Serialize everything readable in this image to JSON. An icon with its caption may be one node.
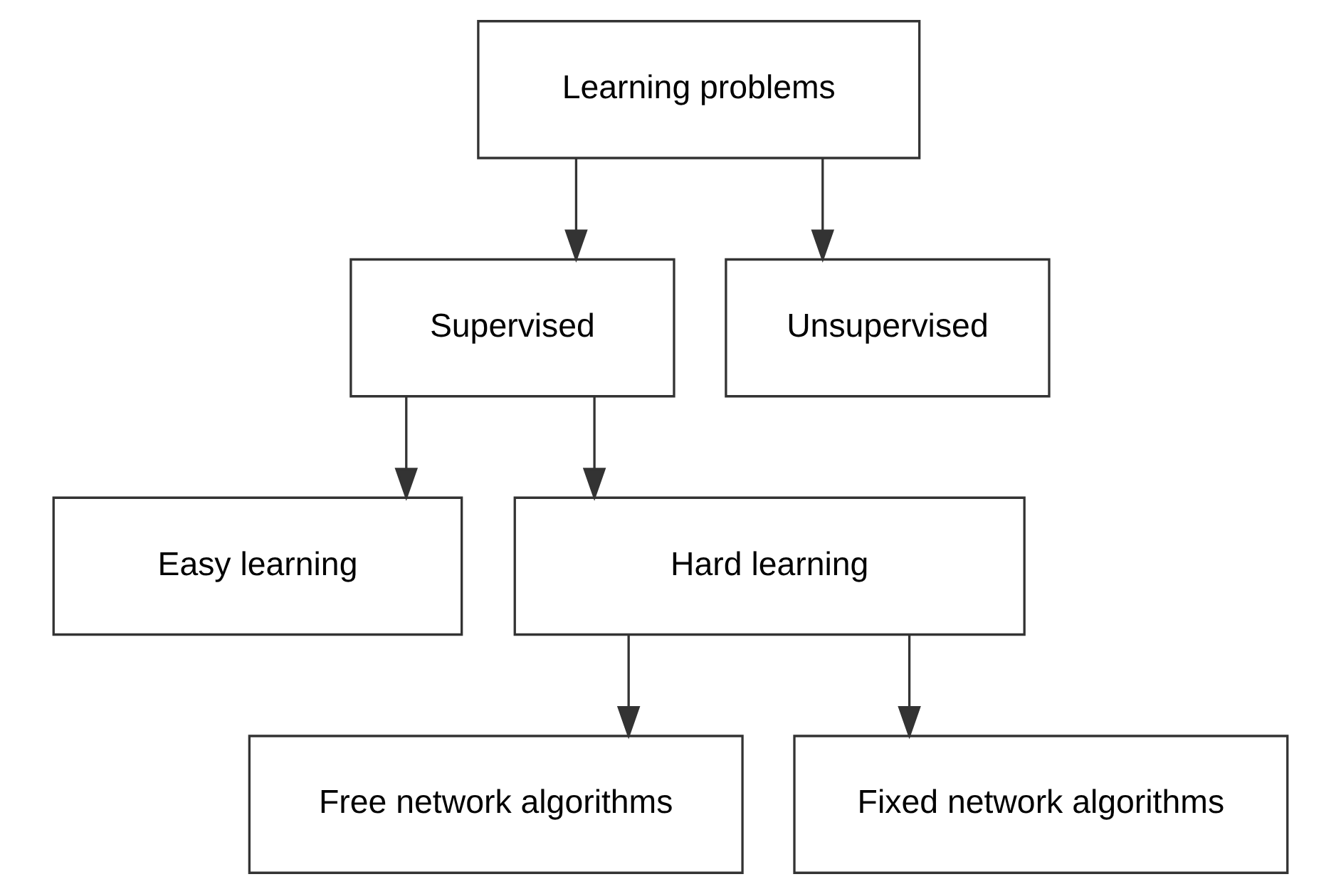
{
  "diagram": {
    "nodes": [
      {
        "text": [
          "Learning problems"
        ]
      },
      {
        "text": [
          "Supervised"
        ]
      },
      {
        "text": [
          "Unsupervised"
        ]
      },
      {
        "text": [
          "Easy learning"
        ]
      },
      {
        "text": [
          "Hard learning"
        ]
      },
      {
        "text": [
          "Free network algorithms"
        ]
      },
      {
        "text": [
          "Fixed network algorithms"
        ]
      }
    ],
    "edges": [
      {
        "from": 0,
        "to": 1,
        "arrow": "to"
      },
      {
        "from": 0,
        "to": 2,
        "arrow": "to"
      },
      {
        "from": 1,
        "to": 3,
        "arrow": "to"
      },
      {
        "from": 1,
        "to": 4,
        "arrow": "to"
      },
      {
        "from": 4,
        "to": 5,
        "arrow": "to"
      },
      {
        "from": 4,
        "to": 6,
        "arrow": "to"
      }
    ]
  }
}
